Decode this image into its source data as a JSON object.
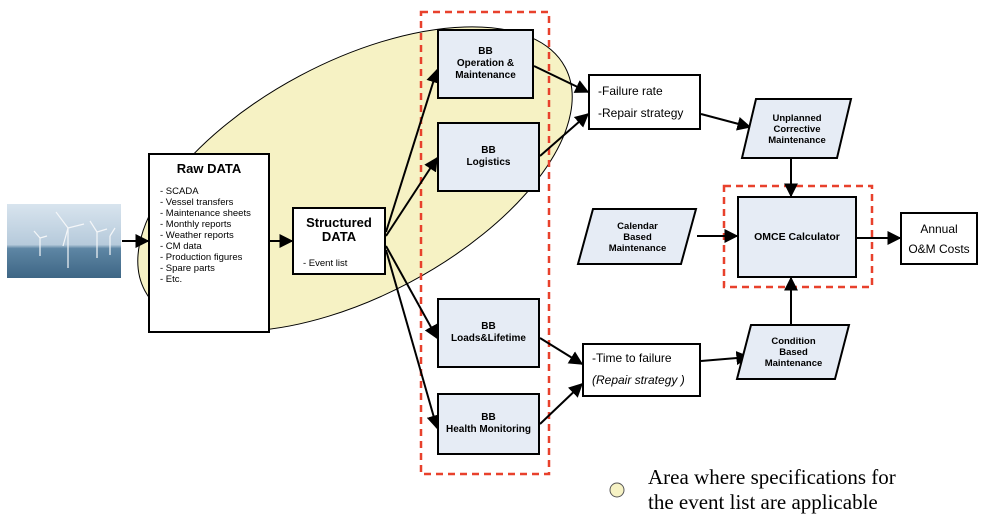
{
  "raw_data": {
    "title": "Raw DATA",
    "items": [
      "- SCADA",
      "- Vessel transfers",
      "- Maintenance sheets",
      "- Monthly reports",
      "- Weather reports",
      "- CM data",
      "- Production figures",
      "- Spare parts",
      "- Etc."
    ]
  },
  "structured_data": {
    "title_line1": "Structured",
    "title_line2": "DATA",
    "subtitle": "- Event list"
  },
  "building_blocks": {
    "om": {
      "line1": "BB",
      "line2": "Operation &",
      "line3": "Maintenance"
    },
    "logistics": {
      "line1": "BB",
      "line2": "Logistics"
    },
    "loads": {
      "line1": "BB",
      "line2": "Loads&Lifetime"
    },
    "health": {
      "line1": "BB",
      "line2": "Health Monitoring"
    }
  },
  "outputs": {
    "failure_rate": "-Failure rate",
    "repair_strategy": "-Repair strategy",
    "time_to_failure": "-Time to failure",
    "repair_strategy_paren": "(Repair strategy )"
  },
  "maintenance": {
    "unplanned": {
      "line1": "Unplanned",
      "line2": "Corrective",
      "line3": "Maintenance"
    },
    "calendar": {
      "line1": "Calendar",
      "line2": "Based",
      "line3": "Maintenance"
    },
    "condition": {
      "line1": "Condition",
      "line2": "Based",
      "line3": "Maintenance"
    }
  },
  "calculator": {
    "label": "OMCE Calculator"
  },
  "annual": {
    "line1": "Annual",
    "line2": "O&M Costs"
  },
  "legend": {
    "line1": "Area where specifications for",
    "line2": "the event list are applicable"
  },
  "colors": {
    "ellipse_fill": "#f6f2c4",
    "dashed_red": "#e8412c",
    "bb_fill": "#e6ecf5",
    "sea": "#6f93ad",
    "sky": "#c9d9e6"
  }
}
